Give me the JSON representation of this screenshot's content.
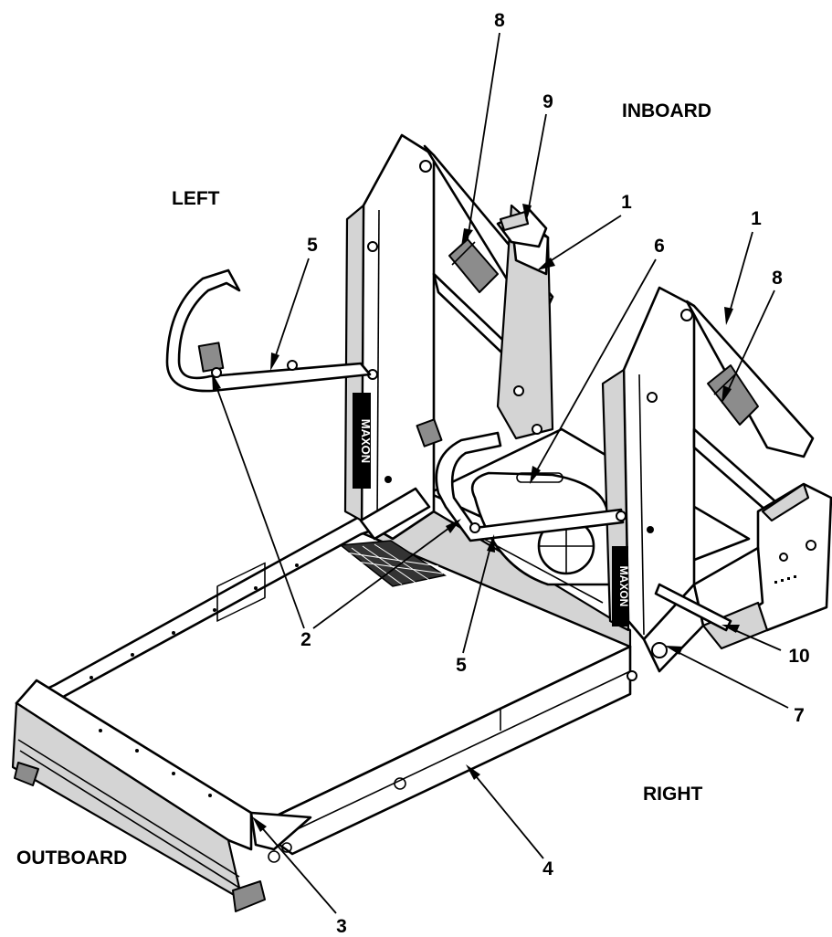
{
  "region_labels": {
    "inboard": "INBOARD",
    "outboard": "OUTBOARD",
    "left": "LEFT",
    "right": "RIGHT"
  },
  "callouts": {
    "c1a": "1",
    "c1b": "1",
    "c2": "2",
    "c3": "3",
    "c4": "4",
    "c5a": "5",
    "c5b": "5",
    "c6": "6",
    "c7": "7",
    "c8a": "8",
    "c8b": "8",
    "c9": "9",
    "c10": "10"
  },
  "side_plate_text": "MAXON"
}
